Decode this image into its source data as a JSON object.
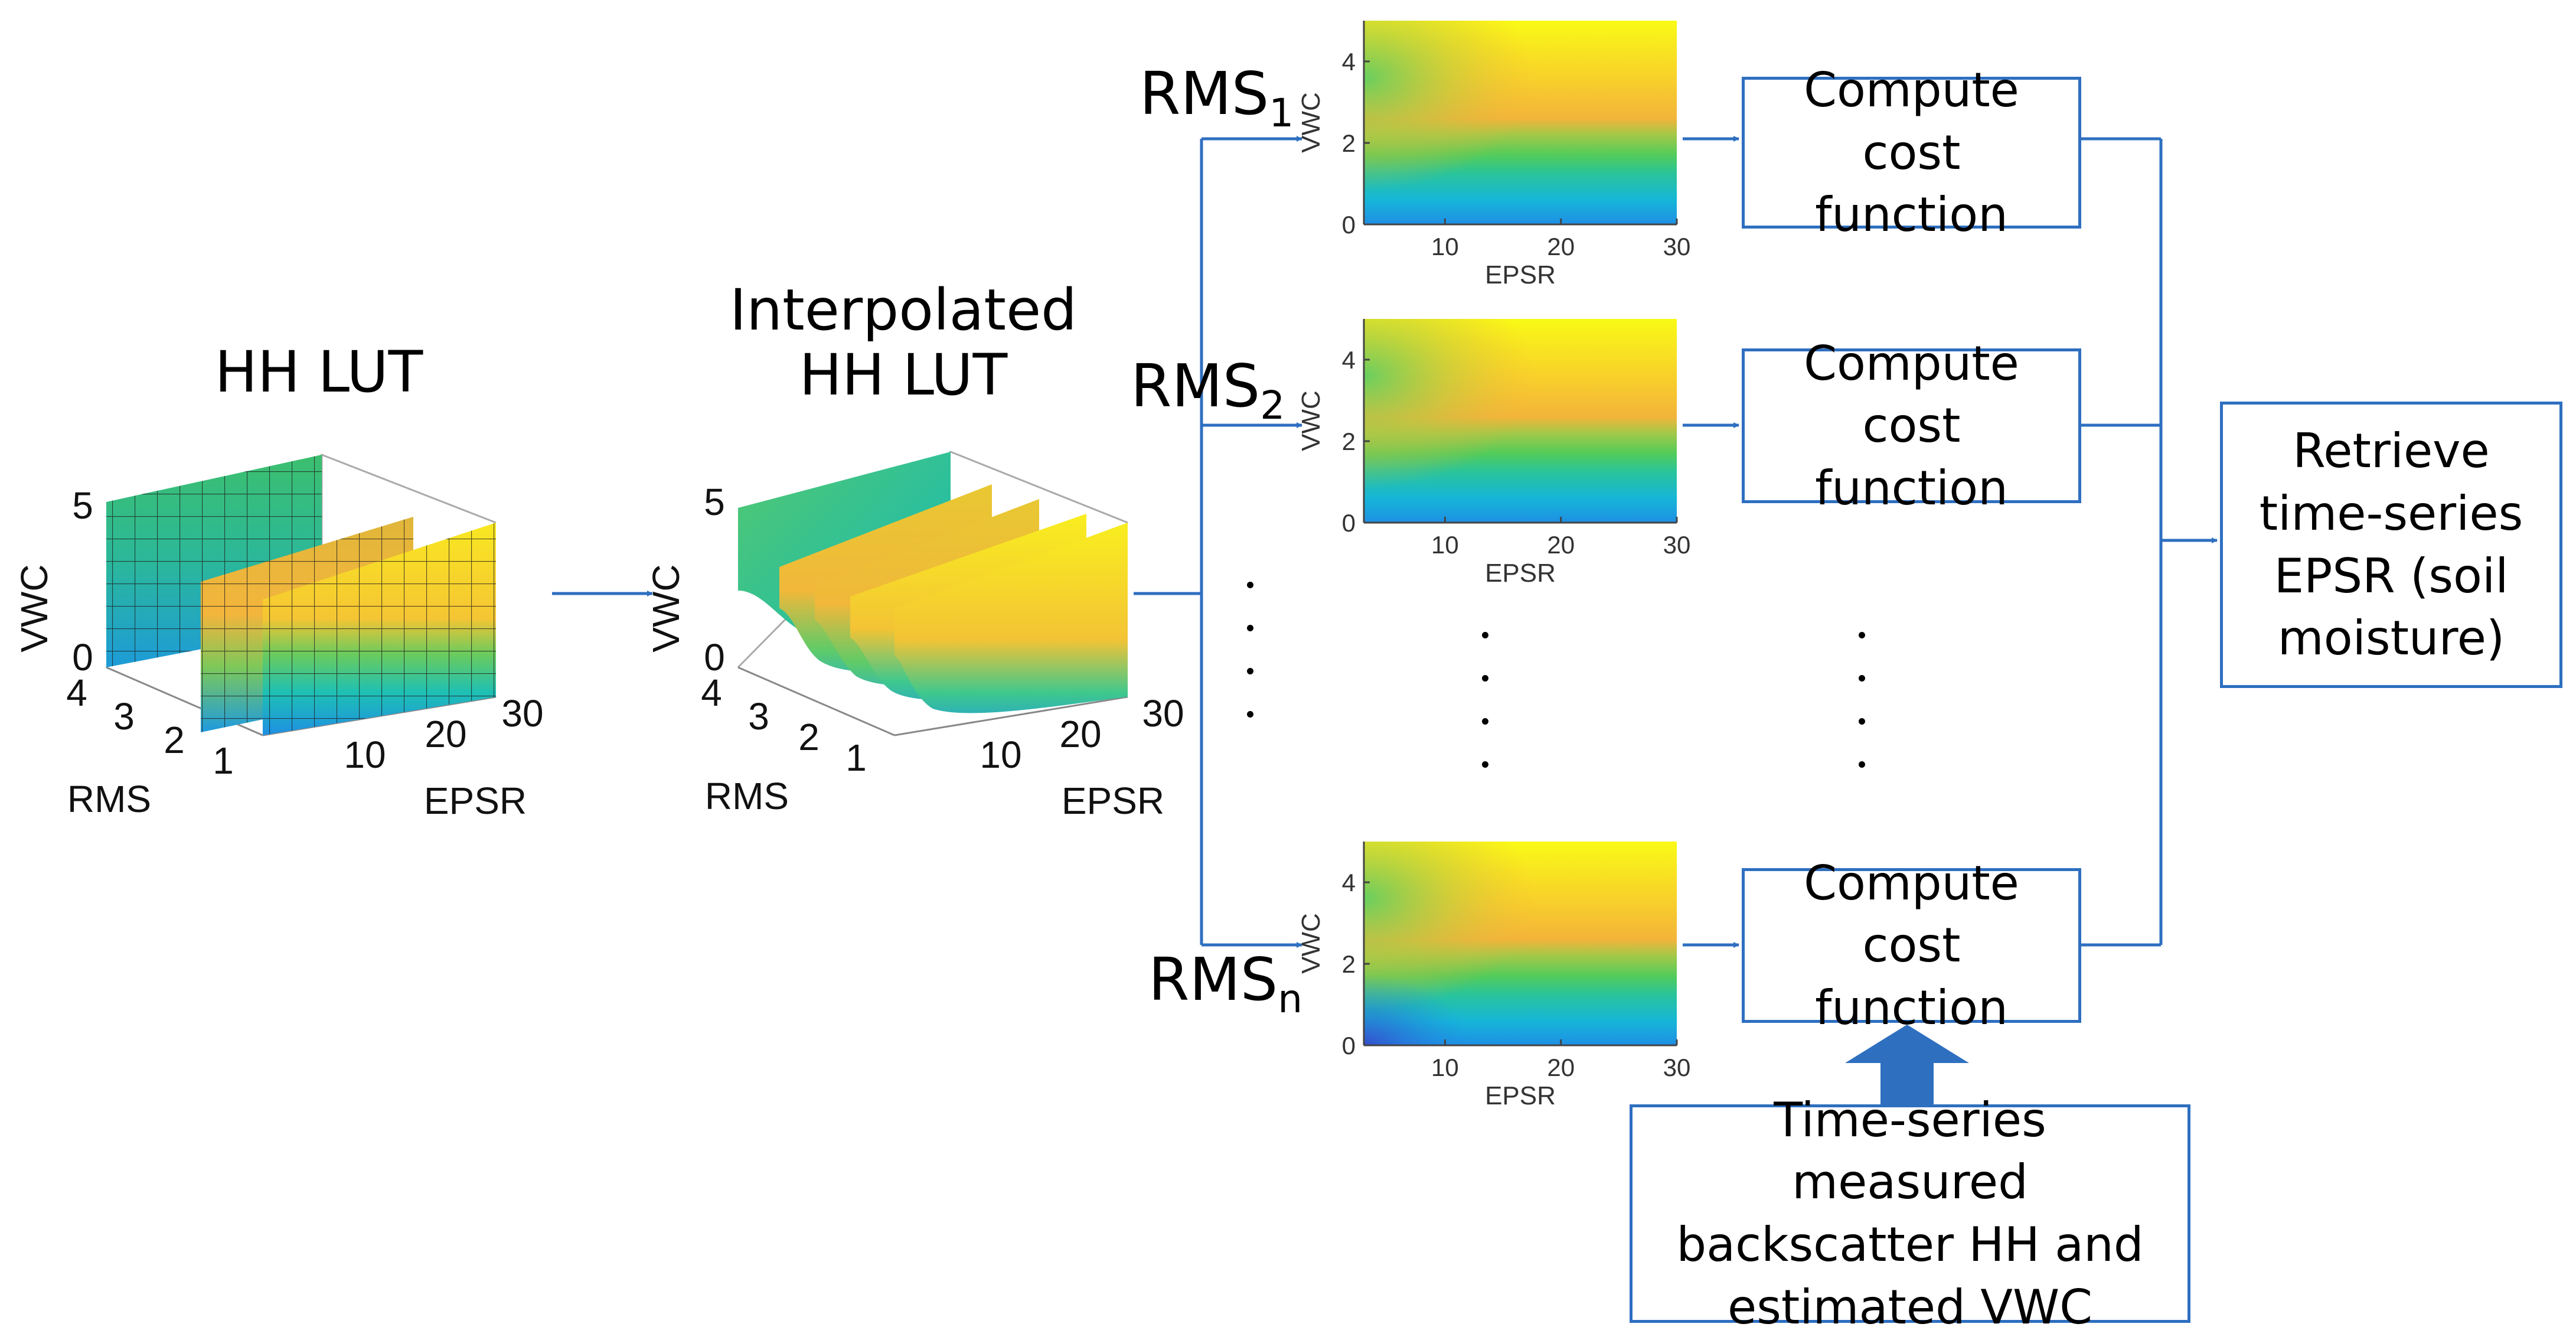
{
  "titles": {
    "hh_lut": "HH LUT",
    "interp_line1": "Interpolated",
    "interp_line2": "HH LUT"
  },
  "lut3d": {
    "z_label": "VWC",
    "y_label": "RMS",
    "x_label": "EPSR",
    "z_ticks": [
      "0",
      "5"
    ],
    "y_ticks": [
      "4",
      "3",
      "2",
      "1"
    ],
    "x_ticks": [
      "10",
      "20",
      "30"
    ]
  },
  "rms_labels": [
    {
      "base": "RMS",
      "sub": "1"
    },
    {
      "base": "RMS",
      "sub": "2"
    },
    {
      "base": "RMS",
      "sub": "n"
    }
  ],
  "heatmap": {
    "y_label": "VWC",
    "x_label": "EPSR",
    "y_ticks": [
      "0",
      "2",
      "4"
    ],
    "x_ticks": [
      "10",
      "20",
      "30"
    ]
  },
  "boxes": {
    "cost": "Compute cost function",
    "retrieve": "Retrieve time-series EPSR (soil moisture)",
    "measured": "Time-series measured backscatter HH and estimated VWC"
  },
  "colors": {
    "arrow": "#2e6fc0",
    "box_border": "#2e6fc0",
    "colormap": [
      "#3e26a8",
      "#1f96e0",
      "#1fc9a9",
      "#54d066",
      "#f8a83a",
      "#f9fb15"
    ]
  }
}
